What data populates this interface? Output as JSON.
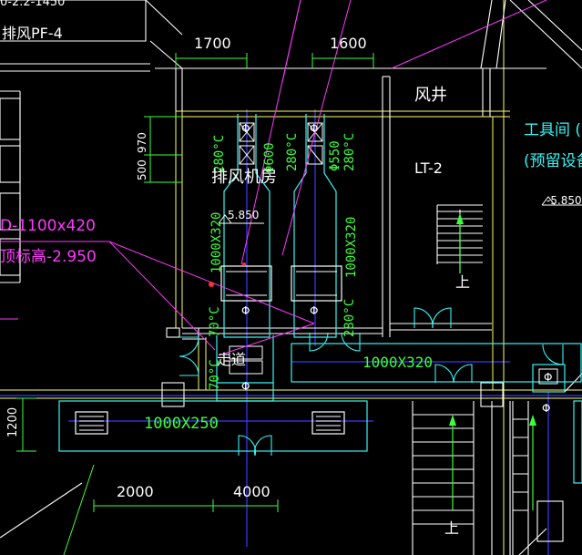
{
  "colors": {
    "background": "#000000",
    "wall": "#ffffff",
    "duct": "#38f4f4",
    "dimension": "#3dff3d",
    "leader": "#ff38ff",
    "grid": "#ffff66",
    "centerline": "#3a3aff",
    "red": "#ff3030"
  },
  "labels": {
    "top_dim_cut": "0-2.2-1450",
    "fan_tag": "排风PF-4",
    "dim_top_left": "1700",
    "dim_top_right": "1600",
    "air_shaft": "风井",
    "dim_vert_970": "970",
    "dim_vert_500": "500",
    "temp_280_a": "280°C",
    "dia_600": "Φ600",
    "temp_280_b": "280°C",
    "dia_550": "Φ550",
    "temp_280_c": "280°C",
    "exhaust_room": "排风机房",
    "lt2": "LT-2",
    "tool_room": "工具间 (",
    "reserved_eq": "(预留设备",
    "level_585_right": "-5.850",
    "level_585_left": "5.850",
    "duct_1100": "D-1100x420",
    "duct_top_elev": "顶标高-2.950",
    "duct_vert_1": "1000X320",
    "duct_vert_2": "1000X320",
    "temp_280_d": "280°C",
    "temp_70": "70°C",
    "up_1": "上",
    "corridor": "走道",
    "temp_70_b": "70°C",
    "duct_horiz": "1000X320",
    "dim_1200": "1200",
    "duct_bottom": "1000X250",
    "dim_2000": "2000",
    "dim_4000": "4000",
    "up_2": "上",
    "phi": "Φ"
  }
}
